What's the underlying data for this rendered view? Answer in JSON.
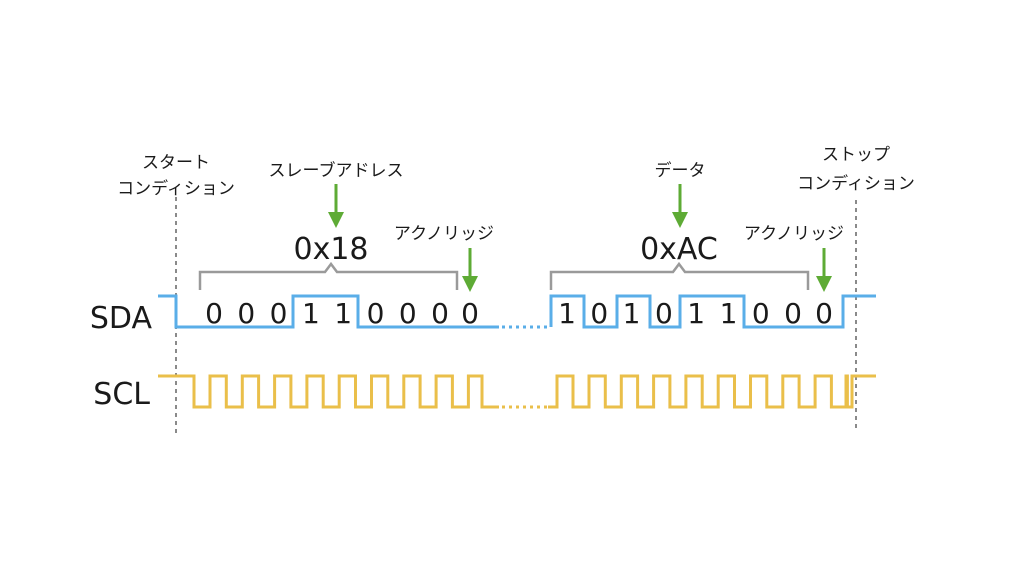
{
  "signals": {
    "sda_label": "SDA",
    "scl_label": "SCL",
    "sda_color": "#5aaee8",
    "scl_color": "#eabf4a",
    "arrow_color": "#5eab35",
    "bracket_color": "#9a9a9a",
    "divider_color": "#8a8a8a"
  },
  "annotations": {
    "start_line1": "スタート",
    "start_line2": "コンディション",
    "slave_address": "スレーブアドレス",
    "ack1": "アクノリッジ",
    "data": "データ",
    "ack2": "アクノリッジ",
    "stop_line1": "ストップ",
    "stop_line2": "コンディション"
  },
  "frames": {
    "address_hex": "0x18",
    "data_hex": "0xAC",
    "address_bits": [
      "0",
      "0",
      "0",
      "1",
      "1",
      "0",
      "0",
      "0"
    ],
    "ack1_bit": "0",
    "data_bits": [
      "1",
      "0",
      "1",
      "0",
      "1",
      "1",
      "0",
      "0"
    ],
    "ack2_bit": "0"
  }
}
